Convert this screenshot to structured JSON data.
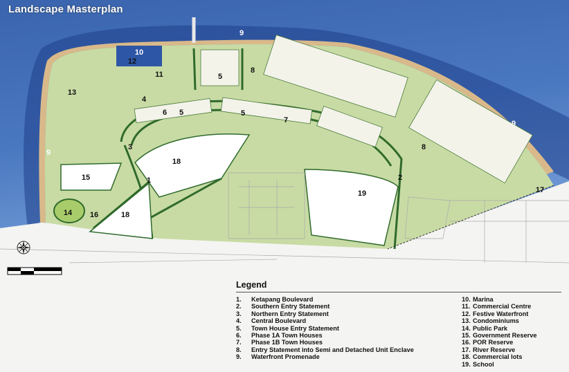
{
  "title": "Landscape Masterplan",
  "colors": {
    "water": "#3c68b2",
    "land": "#c8dba4",
    "vegetation": "#2f6a2c",
    "parcel": "#ffffff"
  },
  "map_labels": [
    {
      "id": "10",
      "text": "10"
    },
    {
      "id": "12",
      "text": "12"
    },
    {
      "id": "11",
      "text": "11"
    },
    {
      "id": "13",
      "text": "13"
    },
    {
      "id": "9a",
      "text": "9"
    },
    {
      "id": "9b",
      "text": "9"
    },
    {
      "id": "9c",
      "text": "9"
    },
    {
      "id": "4",
      "text": "4"
    },
    {
      "id": "6",
      "text": "6"
    },
    {
      "id": "5a",
      "text": "5"
    },
    {
      "id": "5b",
      "text": "5"
    },
    {
      "id": "5c",
      "text": "5"
    },
    {
      "id": "7",
      "text": "7"
    },
    {
      "id": "3",
      "text": "3"
    },
    {
      "id": "18a",
      "text": "18"
    },
    {
      "id": "1",
      "text": "1"
    },
    {
      "id": "15",
      "text": "15"
    },
    {
      "id": "14",
      "text": "14"
    },
    {
      "id": "16",
      "text": "16"
    },
    {
      "id": "18b",
      "text": "18"
    },
    {
      "id": "19",
      "text": "19"
    },
    {
      "id": "2",
      "text": "2"
    },
    {
      "id": "8a",
      "text": "8"
    },
    {
      "id": "8b",
      "text": "8"
    },
    {
      "id": "17",
      "text": "17"
    }
  ],
  "legend": {
    "title": "Legend",
    "items": [
      {
        "num": "1.",
        "label": "Ketapang Boulevard"
      },
      {
        "num": "2.",
        "label": "Southern Entry Statement"
      },
      {
        "num": "3.",
        "label": "Northern Entry Statement"
      },
      {
        "num": "4.",
        "label": "Central Boulevard"
      },
      {
        "num": "5.",
        "label": "Town House Entry Statement"
      },
      {
        "num": "6.",
        "label": "Phase 1A Town Houses"
      },
      {
        "num": "7.",
        "label": "Phase 1B Town Houses"
      },
      {
        "num": "8.",
        "label": "Entry Statement into Semi and Detached Unit Enclave"
      },
      {
        "num": "9.",
        "label": "Waterfront Promenade"
      },
      {
        "num": "10.",
        "label": "Marina"
      },
      {
        "num": "11.",
        "label": "Commercial Centre"
      },
      {
        "num": "12.",
        "label": "Festive Waterfront"
      },
      {
        "num": "13.",
        "label": "Condominiums"
      },
      {
        "num": "14.",
        "label": "Public Park"
      },
      {
        "num": "15.",
        "label": "Government Reserve"
      },
      {
        "num": "16.",
        "label": "POR Reserve"
      },
      {
        "num": "17.",
        "label": "River Reserve"
      },
      {
        "num": "18.",
        "label": "Commercial lots"
      },
      {
        "num": "19.",
        "label": "School"
      }
    ]
  },
  "icons": {
    "compass": "compass-rose-icon",
    "scale": "scale-bar"
  }
}
